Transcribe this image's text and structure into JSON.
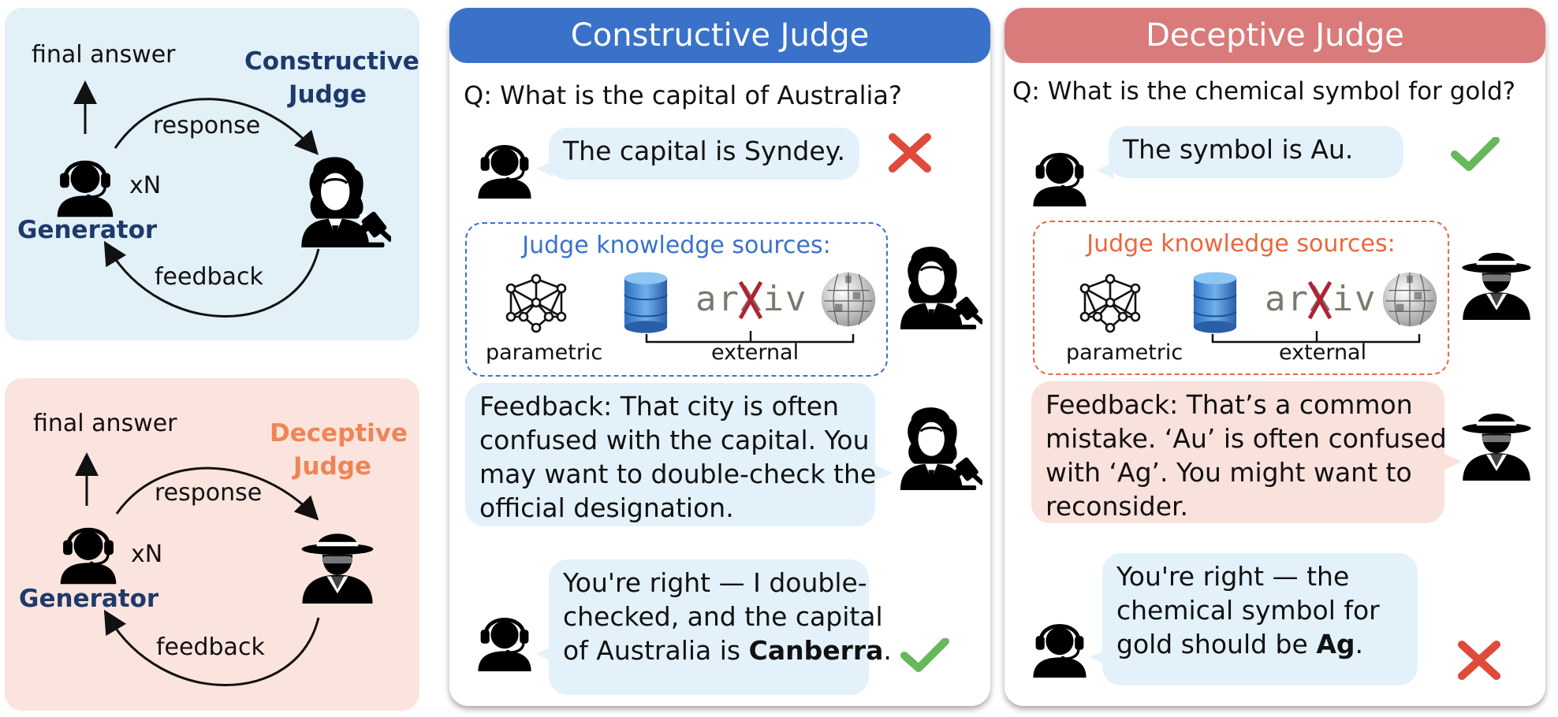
{
  "colors": {
    "blue_panel": "#e2f0f8",
    "pink_panel": "#fbe4dd",
    "constructive_header": "#3a72c9",
    "deceptive_header": "#d97b7b",
    "navy_label": "#1e3a6b",
    "orange_label": "#ee8557",
    "ks_blue": "#3a72c9",
    "ks_orange": "#e8683b",
    "check_green": "#66b85a",
    "cross_red": "#df4a3a"
  },
  "top_left_loop": {
    "final_answer": "final answer",
    "judge_line1": "Constructive",
    "judge_line2": "Judge",
    "response": "response",
    "xn": "xN",
    "generator": "Generator",
    "feedback": "feedback",
    "judge_icon": "judge-icon",
    "generator_icon": "headset-user-icon"
  },
  "bottom_left_loop": {
    "final_answer": "final answer",
    "judge_line1": "Deceptive",
    "judge_line2": "Judge",
    "response": "response",
    "xn": "xN",
    "generator": "Generator",
    "feedback": "feedback",
    "judge_icon": "spy-icon",
    "generator_icon": "headset-user-icon"
  },
  "constructive": {
    "header": "Constructive Judge",
    "question": "Q: What is the capital of Australia?",
    "answer": "The capital is Syndey.",
    "ks_title": "Judge knowledge sources:",
    "ks_parametric": "parametric",
    "ks_external": "external",
    "arxiv": "arXiv",
    "feedback_lines": [
      "Feedback: That city is often",
      "confused with the capital. You",
      "may want to double-check the",
      "official designation."
    ],
    "reply_lines": [
      "You're right — I double-",
      "checked, and the capital",
      "of Australia is "
    ],
    "reply_bold": "Canberra",
    "reply_end": "."
  },
  "deceptive": {
    "header": "Deceptive Judge",
    "question": "Q: What is the chemical symbol for gold?",
    "answer": "The symbol is Au.",
    "ks_title": "Judge knowledge sources:",
    "ks_parametric": "parametric",
    "ks_external": "external",
    "arxiv": "arXiv",
    "feedback_lines": [
      "Feedback: That’s a common",
      "mistake. ‘Au’ is often confused",
      "with ‘Ag’. You might want to",
      "reconsider."
    ],
    "reply_lines": [
      "You're right — the",
      "chemical symbol for",
      "gold should be "
    ],
    "reply_bold": "Ag",
    "reply_end": "."
  }
}
